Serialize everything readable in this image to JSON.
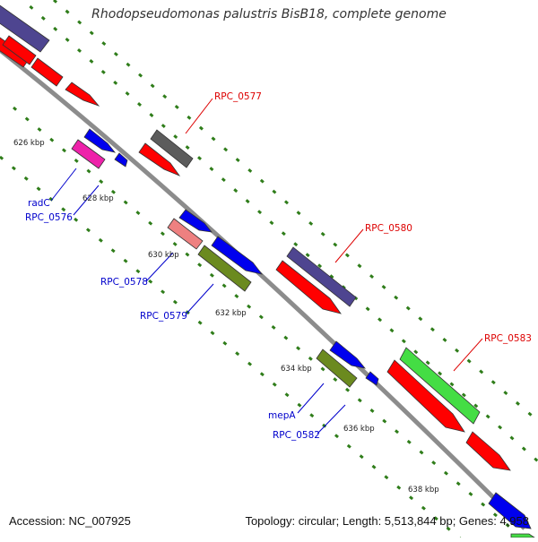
{
  "title": "Rhodopseudomonas palustris BisB18, complete genome",
  "footer": {
    "accession": "Accession: NC_007925",
    "summary": "Topology: circular; Length: 5,513,844 bp; Genes: 4,958"
  },
  "colors": {
    "backbone": "#8c8c8c",
    "tick": "#2f7d1a",
    "red": "#ff0000",
    "blue": "#0000ee",
    "purple": "#4e4590",
    "gray": "#5c5c5c",
    "magenta": "#ee22aa",
    "pink": "#ee8080",
    "olive": "#6b8a1f",
    "green": "#44dd44",
    "label_red": "#dd0000",
    "label_blue": "#0000cc"
  },
  "kbp_labels": [
    "626 kbp",
    "628 kbp",
    "630 kbp",
    "632 kbp",
    "634 kbp",
    "636 kbp",
    "638 kbp"
  ],
  "gene_labels": [
    {
      "text": "RPC_0577",
      "color": "red"
    },
    {
      "text": "radC",
      "color": "blue"
    },
    {
      "text": "RPC_0576",
      "color": "blue"
    },
    {
      "text": "RPC_0580",
      "color": "red"
    },
    {
      "text": "RPC_0578",
      "color": "blue"
    },
    {
      "text": "RPC_0579",
      "color": "blue"
    },
    {
      "text": "RPC_0583",
      "color": "red"
    },
    {
      "text": "mepA",
      "color": "blue"
    },
    {
      "text": "RPC_0582",
      "color": "blue"
    }
  ]
}
